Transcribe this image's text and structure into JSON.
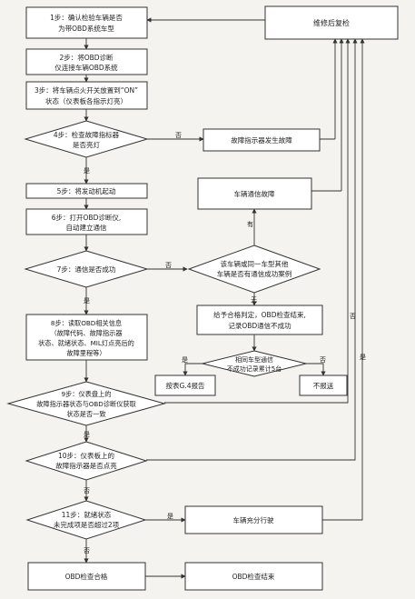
{
  "nodes": {
    "step1": {
      "lines": [
        "1步：确认检验车辆是否",
        "为带OBD系统车型"
      ]
    },
    "step2": {
      "lines": [
        "2步：将OBD诊断",
        "仪连接车辆OBD系统"
      ]
    },
    "step3": {
      "lines": [
        "3步：将车辆点火开关放置到“ON”",
        "状态（仪表板各指示灯亮）"
      ]
    },
    "step4": {
      "lines": [
        "4步：检查故障指标器",
        "是否亮灯"
      ]
    },
    "step5": {
      "lines": [
        "5步：将发动机起动"
      ]
    },
    "step6": {
      "lines": [
        "6步：打开OBD诊断仪,",
        "自动建立通信"
      ]
    },
    "step7": {
      "lines": [
        "7步：通信是否成功"
      ]
    },
    "step8": {
      "lines": [
        "8步：读取OBD相关信息",
        "（故障代码、故障指示器",
        "状态、就绪状态、MIL灯点亮后的",
        "故障里程等）"
      ]
    },
    "step9": {
      "lines": [
        "9步：仪表盘上的",
        "故障指示器状态与OBD诊断仪获取",
        "状态是否一致"
      ]
    },
    "step10": {
      "lines": [
        "10步：仪表板上的",
        "故障指示器是否点亮"
      ]
    },
    "step11": {
      "lines": [
        "11步：就绪状态",
        "未完成项是否超过2项"
      ]
    },
    "pass": {
      "lines": [
        "OBD检查合格"
      ]
    },
    "end": {
      "lines": [
        "OBD检查结束"
      ]
    },
    "recheck": {
      "lines": [
        "维修后复检"
      ]
    },
    "mil_fault": {
      "lines": [
        "故障指示器发生故障"
      ]
    },
    "comm_fault": {
      "lines": [
        "车辆通信故障"
      ]
    },
    "same_model": {
      "lines": [
        "该车辆或同一车型其他",
        "车辆是否有通信成功案例"
      ]
    },
    "give_pass": {
      "lines": [
        "给予合格判定，OBD检查结束,",
        "记录OBD通信不成功"
      ]
    },
    "model_count": {
      "lines": [
        "相同车型通信",
        "不成功记录累计5台"
      ]
    },
    "report": {
      "lines": [
        "按表G.4报告"
      ]
    },
    "no_report": {
      "lines": [
        "不报送"
      ]
    },
    "analysis": {
      "lines": [
        "车辆充分行驶"
      ]
    }
  },
  "edge_labels": {
    "step4_no": "否",
    "step4_yes": "是",
    "step7_no": "否",
    "step7_yes": "是",
    "same_yes": "有",
    "same_no": "无",
    "count_yes": "是",
    "count_no": "否",
    "step9_no": "否",
    "step9_yes": "是",
    "step10_yes": "是",
    "step10_no": "否",
    "step11_yes": "是",
    "step11_no": "否"
  }
}
